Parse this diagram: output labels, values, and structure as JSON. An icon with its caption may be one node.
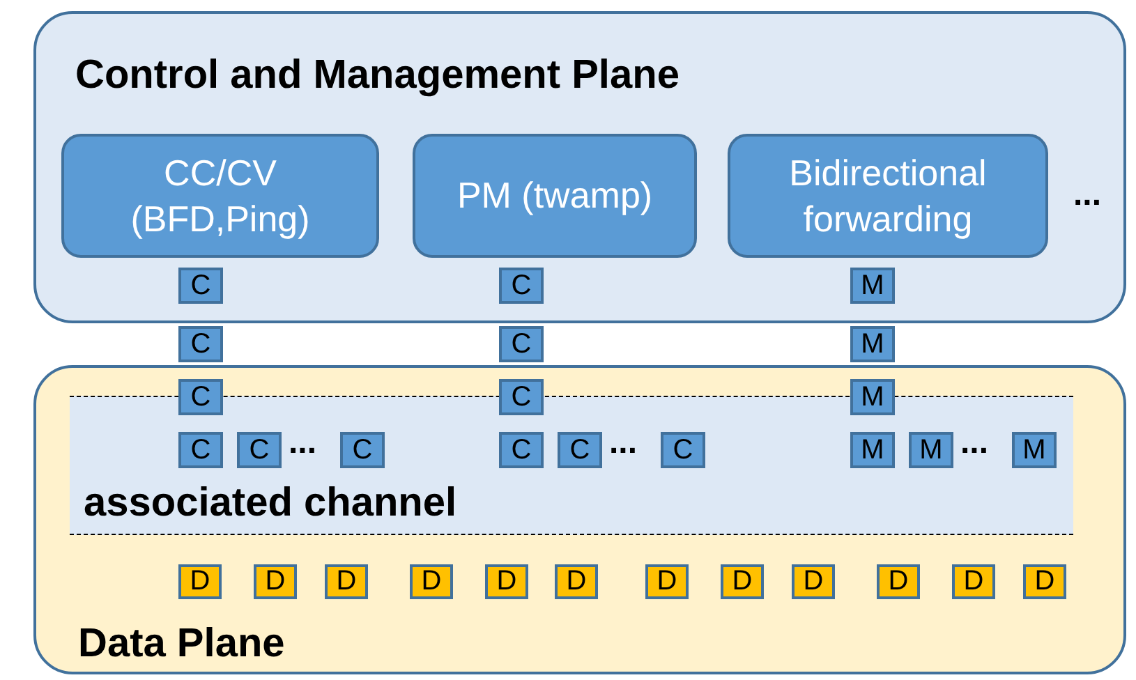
{
  "diagram": {
    "nodes": [
      {
        "text": [
          "Control and Management Plane"
        ]
      },
      {
        "text": [
          "CC/CV (BFD,Ping)"
        ],
        "in": 0
      },
      {
        "text": [
          "PM (twamp)"
        ],
        "in": 0
      },
      {
        "text": [
          "Bidirectional forwarding"
        ],
        "in": 0
      },
      {
        "text": [
          "C"
        ],
        "in": 0
      },
      {
        "text": [
          "C"
        ],
        "in": 0
      },
      {
        "text": [
          "M"
        ],
        "in": 0
      },
      {
        "text": [
          "C"
        ]
      },
      {
        "text": [
          "C"
        ]
      },
      {
        "text": [
          "M"
        ]
      },
      {
        "text": [
          "Data Plane"
        ]
      },
      {
        "text": [
          "associated channel"
        ],
        "in": 10
      },
      {
        "text": [
          "C"
        ],
        "in": 10
      },
      {
        "text": [
          "C"
        ],
        "in": 10
      },
      {
        "text": [
          "M"
        ],
        "in": 10
      },
      {
        "text": [
          "C"
        ],
        "in": 11
      },
      {
        "text": [
          "C"
        ],
        "in": 11
      },
      {
        "text": [
          "C"
        ],
        "in": 11
      },
      {
        "text": [
          "C"
        ],
        "in": 11
      },
      {
        "text": [
          "C"
        ],
        "in": 11
      },
      {
        "text": [
          "C"
        ],
        "in": 11
      },
      {
        "text": [
          "M"
        ],
        "in": 11
      },
      {
        "text": [
          "M"
        ],
        "in": 11
      },
      {
        "text": [
          "M"
        ],
        "in": 11
      },
      {
        "text": [
          "D"
        ],
        "in": 10
      },
      {
        "text": [
          "D"
        ],
        "in": 10
      },
      {
        "text": [
          "D"
        ],
        "in": 10
      },
      {
        "text": [
          "D"
        ],
        "in": 10
      },
      {
        "text": [
          "D"
        ],
        "in": 10
      },
      {
        "text": [
          "D"
        ],
        "in": 10
      },
      {
        "text": [
          "D"
        ],
        "in": 10
      },
      {
        "text": [
          "D"
        ],
        "in": 10
      },
      {
        "text": [
          "D"
        ],
        "in": 10
      },
      {
        "text": [
          "D"
        ],
        "in": 10
      },
      {
        "text": [
          "D"
        ],
        "in": 10
      },
      {
        "text": [
          "D"
        ],
        "in": 10
      }
    ],
    "labels": [
      "...",
      "...",
      "...",
      "..."
    ]
  }
}
